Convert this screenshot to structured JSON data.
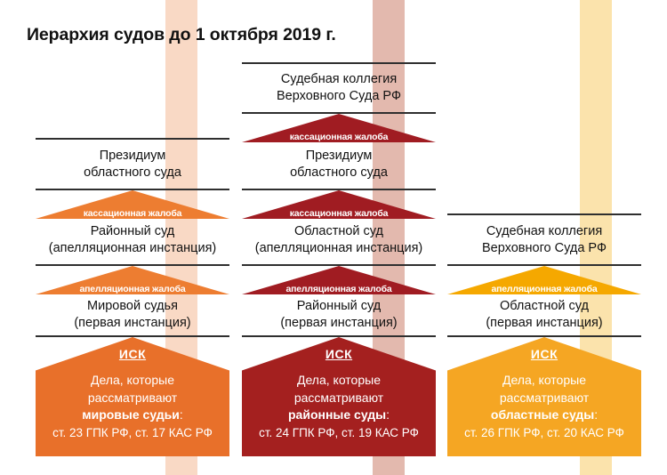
{
  "title": "Иерархия судов до 1 октября 2019 г.",
  "colors": {
    "orange": "#ED7D31",
    "orange_dark": "#E8702A",
    "dark_red": "#A01C22",
    "red_panel": "#A4201F",
    "amber": "#F5A800",
    "amber_panel": "#F5A623",
    "band_left": "#F9D9C5",
    "band_mid": "#E3B9AE",
    "band_right": "#FBE3AC",
    "rule": "#2F2F2F",
    "text": "#121212"
  },
  "labels": {
    "cassation": "кассационная жалоба",
    "appeal": "апелляционная жалоба",
    "isk": "ИСК"
  },
  "columns": [
    {
      "id": "left",
      "accent": "#ED7D31",
      "levels": [
        {
          "lines": [
            "Президиум",
            "областного суда"
          ]
        },
        {
          "lines": [
            "Районный суд",
            "(апелляционная инстанция)"
          ]
        },
        {
          "lines": [
            "Мировой судья",
            "(первая инстанция)"
          ]
        }
      ],
      "arrows": [
        {
          "type": "cassation",
          "label": "кассационная жалоба"
        },
        {
          "type": "appeal",
          "label": "апелляционная жалоба"
        }
      ],
      "panel": {
        "isk": "ИСК",
        "line1": "Дела, которые",
        "line2": "рассматривают",
        "subject": "мировые судьи",
        "colon": ":",
        "articles": "ст. 23 ГПК РФ, ст. 17 КАС РФ",
        "article_parts": [
          "ст.",
          "23 ГПК РФ,",
          "ст.",
          "17 КАС РФ"
        ]
      }
    },
    {
      "id": "middle",
      "accent": "#A01C22",
      "levels": [
        {
          "lines": [
            "Судебная коллегия",
            "Верховного Суда РФ"
          ]
        },
        {
          "lines": [
            "Президиум",
            "областного суда"
          ]
        },
        {
          "lines": [
            "Областной суд",
            "(апелляционная инстанция)"
          ]
        },
        {
          "lines": [
            "Районный суд",
            "(первая инстанция)"
          ]
        }
      ],
      "arrows": [
        {
          "type": "cassation",
          "label": "кассационная жалоба"
        },
        {
          "type": "cassation",
          "label": "кассационная жалоба"
        },
        {
          "type": "appeal",
          "label": "апелляционная жалоба"
        }
      ],
      "panel": {
        "isk": "ИСК",
        "line1": "Дела, которые",
        "line2": "рассматривают",
        "subject": "районные суды",
        "colon": ":",
        "articles": "ст. 24 ГПК РФ, ст. 19 КАС РФ",
        "article_parts": [
          "ст.",
          "24 ГПК РФ,",
          "ст.",
          "19 КАС РФ"
        ]
      }
    },
    {
      "id": "right",
      "accent": "#F5A800",
      "levels": [
        {
          "lines": [
            "Судебная коллегия",
            "Верховного Суда РФ"
          ]
        },
        {
          "lines": [
            "Областной суд",
            "(первая инстанция)"
          ]
        }
      ],
      "arrows": [
        {
          "type": "appeal",
          "label": "апелляционная жалоба"
        }
      ],
      "panel": {
        "isk": "ИСК",
        "line1": "Дела, которые",
        "line2": "рассматривают",
        "subject": "областные суды",
        "colon": ":",
        "articles": "ст. 26 ГПК РФ, ст. 20 КАС РФ",
        "article_parts": [
          "ст.",
          "26 ГПК РФ,",
          "ст.",
          "20 КАС РФ"
        ]
      }
    }
  ]
}
